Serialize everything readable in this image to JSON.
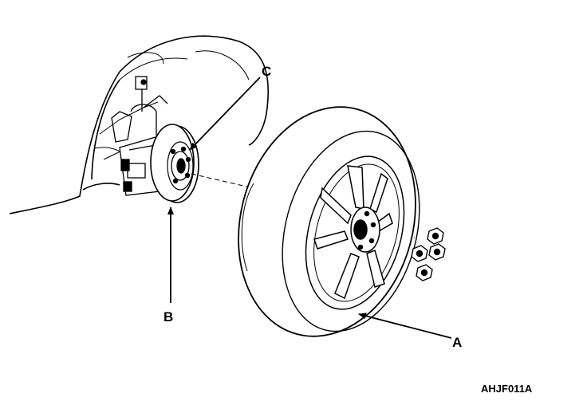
{
  "callouts": {
    "wheel": "A",
    "brake_disc": "B",
    "hub": "C"
  },
  "figure_code": "AHJF011A"
}
